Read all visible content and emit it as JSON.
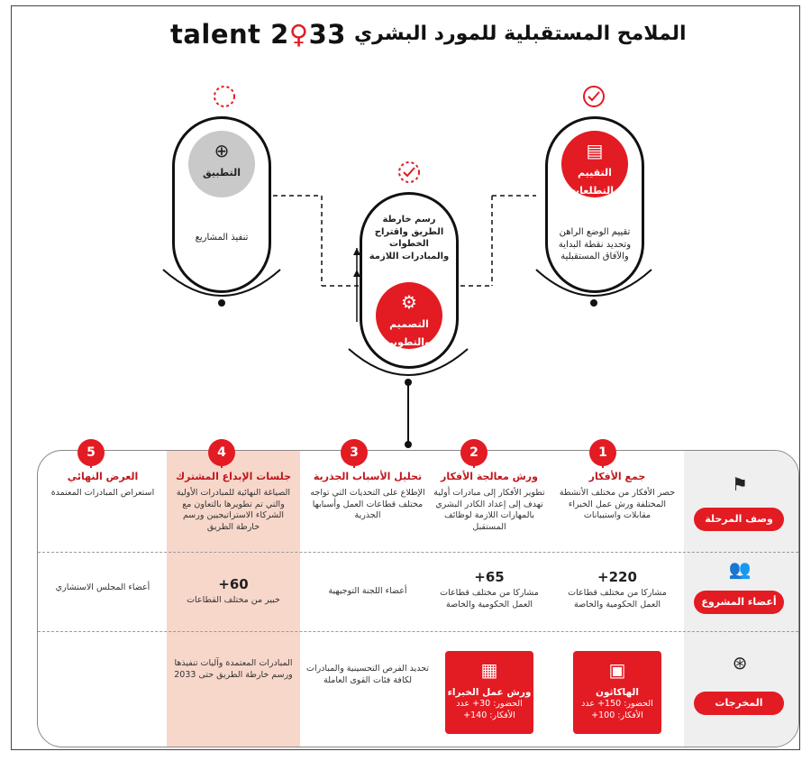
{
  "header": {
    "logo_word": "talent 2",
    "logo_mark": "♀",
    "logo_digits": "33",
    "title": "الملامح المستقبلية للمورد البشري"
  },
  "stages": {
    "left": {
      "name": "التطبيق",
      "description": "تنفيذ المشاريع",
      "icon": "target-icon",
      "status_icon": "dashed-circle-icon"
    },
    "middle": {
      "name": "التصميم والتطوير",
      "description": "رسم خارطة الطريق واقتراح الخطوات والمبادرات اللازمة",
      "icon": "gear-icon",
      "status_icon": "dashed-check-icon"
    },
    "right": {
      "name": "التقييم والتطلعات",
      "description": "تقييم الوضع الراهن وتحديد نقطة البداية والآفاق المستقبلية",
      "icon": "document-icon",
      "status_icon": "check-circle-icon"
    }
  },
  "table": {
    "row_labels": [
      "وصف المرحلة",
      "أعضاء المشروع",
      "المخرجات"
    ],
    "columns": [
      {
        "number": "1",
        "title": "جمع الأفكار",
        "description": "حصر الأفكار من مختلف الأنشطة المختلفة ورش عمل الخبراء مقابلات واستبيانات",
        "members_count": "220+",
        "members": "مشاركا من مختلف قطاعات العمل الحكومية والخاصة",
        "output_title": "الهاكاثون",
        "output_detail": "الحضور: 150+ عدد الأفكار: 100+"
      },
      {
        "number": "2",
        "title": "ورش معالجة الأفكار",
        "description": "تطوير الأفكار إلى مبادرات أولية تهدف إلى إعداد الكادر البشري بالمهارات اللازمة لوظائف المستقبل",
        "members_count": "65+",
        "members": "مشاركا من مختلف قطاعات العمل الحكومية والخاصة",
        "output_title": "ورش عمل الخبراء",
        "output_detail": "الحضور: 30+ عدد الأفكار: 140+"
      },
      {
        "number": "3",
        "title": "تحليل الأسباب الجذرية",
        "description": "الإطلاع على التحديات التي تواجه مختلف قطاعات العمل وأسبابها الجذرية",
        "members_count": "",
        "members": "أعضاء اللجنة التوجيهية",
        "output_title": "",
        "output_detail": "تحديد الفرص التحسينية والمبادرات لكافة فئات القوى العاملة"
      },
      {
        "number": "4",
        "title": "جلسات الإبداع المشترك",
        "description": "الصياغة النهائية للمبادرات الأولية والتي تم تطويرها بالتعاون مع الشركاء الاستراتيجيين ورسم خارطة الطريق",
        "members_count": "60+",
        "members": "خبير من مختلف القطاعات",
        "output_title": "",
        "output_detail": "المبادرات المعتمدة وآليات تنفيذها ورسم خارطة الطريق حتى 2033"
      },
      {
        "number": "5",
        "title": "العرض النهائي",
        "description": "استعراض المبادرات المعتمدة",
        "members_count": "",
        "members": "أعضاء المجلس الاستشاري",
        "output_title": "",
        "output_detail": ""
      }
    ]
  },
  "colors": {
    "accent": "#e31b23",
    "highlight_column": "#f8d7cb",
    "row_label_column": "#efefef"
  }
}
